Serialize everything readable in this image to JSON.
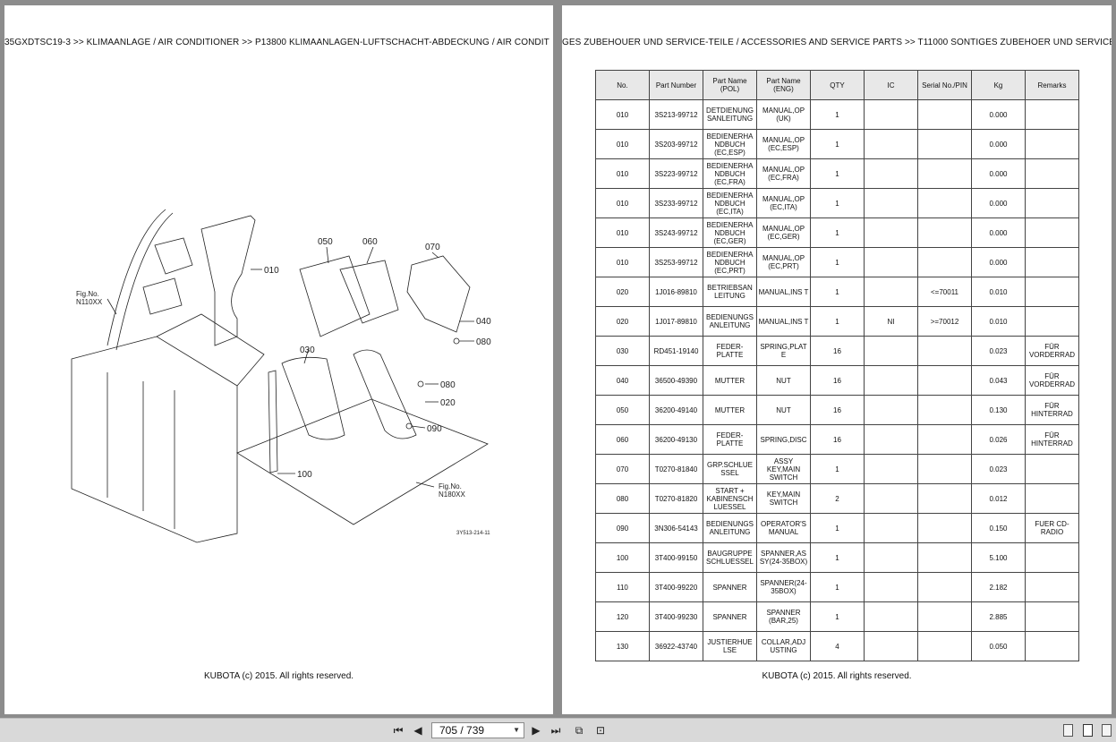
{
  "left_page": {
    "header": "35GXDTSC19-3 >> KLIMAANLAGE / AIR CONDITIONER >> P13800   KLIMAANLAGEN-LUFTSCHACHT-ABDECKUNG / AIR CONDIT",
    "footer": "KUBOTA (c) 2015. All rights reserved.",
    "drawing": {
      "callouts": [
        "010",
        "050",
        "060",
        "070",
        "040",
        "080",
        "030",
        "080",
        "020",
        "090",
        "100"
      ],
      "fig_labels": [
        "Fig.No.",
        "N110XX",
        "Fig.No.",
        "N180XX"
      ],
      "drawing_code": "3Y513-214-11"
    }
  },
  "right_page": {
    "header": "GES ZUBEHOUER UND SERVICE-TEILE / ACCESSORIES AND SERVICE PARTS >> T11000   SONTIGES ZUBEHOER UND SERVICE",
    "footer": "KUBOTA (c) 2015. All rights reserved.",
    "table": {
      "headers": [
        "No.",
        "Part Number",
        "Part Name (POL)",
        "Part Name (ENG)",
        "QTY",
        "IC",
        "Serial No./PIN",
        "Kg",
        "Remarks"
      ],
      "rows": [
        [
          "010",
          "3S213-99712",
          "DETDIENUNG SANLEITUNG",
          "MANUAL,OP (UK)",
          "1",
          "",
          "",
          "0.000",
          ""
        ],
        [
          "010",
          "3S203-99712",
          "BEDIENERHA NDBUCH (EC,ESP)",
          "MANUAL,OP (EC,ESP)",
          "1",
          "",
          "",
          "0.000",
          ""
        ],
        [
          "010",
          "3S223-99712",
          "BEDIENERHA NDBUCH (EC,FRA)",
          "MANUAL,OP (EC,FRA)",
          "1",
          "",
          "",
          "0.000",
          ""
        ],
        [
          "010",
          "3S233-99712",
          "BEDIENERHA NDBUCH (EC,ITA)",
          "MANUAL,OP (EC,ITA)",
          "1",
          "",
          "",
          "0.000",
          ""
        ],
        [
          "010",
          "3S243-99712",
          "BEDIENERHA NDBUCH (EC,GER)",
          "MANUAL,OP (EC,GER)",
          "1",
          "",
          "",
          "0.000",
          ""
        ],
        [
          "010",
          "3S253-99712",
          "BEDIENERHA NDBUCH (EC,PRT)",
          "MANUAL,OP (EC,PRT)",
          "1",
          "",
          "",
          "0.000",
          ""
        ],
        [
          "020",
          "1J016-89810",
          "BETRIEBSAN LEITUNG",
          "MANUAL,INS T",
          "1",
          "",
          "<=70011",
          "0.010",
          ""
        ],
        [
          "020",
          "1J017-89810",
          "BEDIENUNGS ANLEITUNG",
          "MANUAL,INS T",
          "1",
          "NI",
          ">=70012",
          "0.010",
          ""
        ],
        [
          "030",
          "RD451-19140",
          "FEDER- PLATTE",
          "SPRING,PLAT E",
          "16",
          "",
          "",
          "0.023",
          "FÜR VORDERRAD"
        ],
        [
          "040",
          "36500-49390",
          "MUTTER",
          "NUT",
          "16",
          "",
          "",
          "0.043",
          "FÜR VORDERRAD"
        ],
        [
          "050",
          "36200-49140",
          "MUTTER",
          "NUT",
          "16",
          "",
          "",
          "0.130",
          "FÜR HINTERRAD"
        ],
        [
          "060",
          "36200-49130",
          "FEDER- PLATTE",
          "SPRING,DISC",
          "16",
          "",
          "",
          "0.026",
          "FÜR HINTERRAD"
        ],
        [
          "070",
          "T0270-81840",
          "GRP.SCHLUE SSEL",
          "ASSY KEY,MAIN SWITCH",
          "1",
          "",
          "",
          "0.023",
          ""
        ],
        [
          "080",
          "T0270-81820",
          "START + KABINENSCH LUESSEL",
          "KEY,MAIN SWITCH",
          "2",
          "",
          "",
          "0.012",
          ""
        ],
        [
          "090",
          "3N306-54143",
          "BEDIENUNGS ANLEITUNG",
          "OPERATOR'S MANUAL",
          "1",
          "",
          "",
          "0.150",
          "FUER CD- RADIO"
        ],
        [
          "100",
          "3T400-99150",
          "BAUGRUPPE SCHLUESSEL",
          "SPANNER,AS SY(24-35BOX)",
          "1",
          "",
          "",
          "5.100",
          ""
        ],
        [
          "110",
          "3T400-99220",
          "SPANNER",
          "SPANNER(24- 35BOX)",
          "1",
          "",
          "",
          "2.182",
          ""
        ],
        [
          "120",
          "3T400-99230",
          "SPANNER",
          "SPANNER (BAR,25)",
          "1",
          "",
          "",
          "2.885",
          ""
        ],
        [
          "130",
          "36922-43740",
          "JUSTIERHUE LSE",
          "COLLAR,ADJ USTING",
          "4",
          "",
          "",
          "0.050",
          ""
        ]
      ]
    }
  },
  "toolbar": {
    "page_indicator": "705 / 739",
    "icons": [
      "first-page-icon",
      "prev-page-icon",
      "dropdown-icon",
      "next-page-icon",
      "last-page-icon",
      "rotate-page-icon",
      "fit-page-icon",
      "single-page-view-icon",
      "two-page-view-icon",
      "continuous-view-icon"
    ]
  }
}
